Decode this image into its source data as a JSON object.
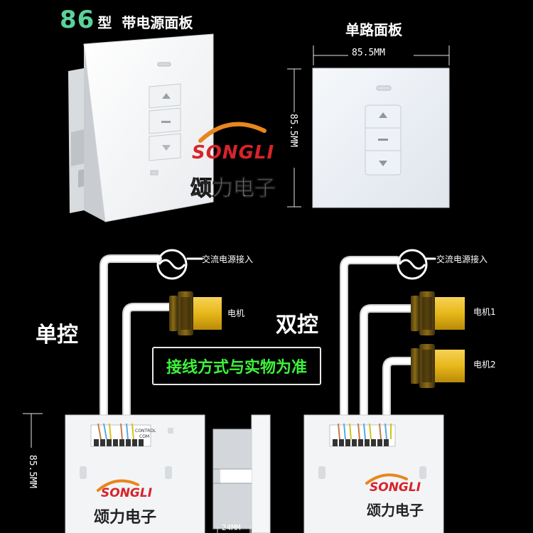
{
  "header": {
    "left_title_number": "86",
    "left_title_type": "型",
    "left_title_desc": "带电源面板",
    "right_title": "单路面板"
  },
  "dimensions": {
    "width_label": "85.5MM",
    "height_label": "85.5MM",
    "depth_label": "24MM"
  },
  "brand": {
    "latin": "SONGLI",
    "cjk": "颂力电子"
  },
  "wiring": {
    "single_label": "单控",
    "double_label": "双控",
    "ac_power_label": "交流电源接入",
    "motor_label": "电机",
    "motor1_label": "电机1",
    "motor2_label": "电机2",
    "note": "接线方式与实物为准",
    "terminal_label_1": "CONTROL",
    "terminal_label_2": "COM"
  },
  "colors": {
    "accent_green": "#3ef23b",
    "title_green": "#5bd19a",
    "motor_yellow": "#e7b81a",
    "brand_orange": "#e8861c",
    "brand_red": "#d8232a"
  }
}
